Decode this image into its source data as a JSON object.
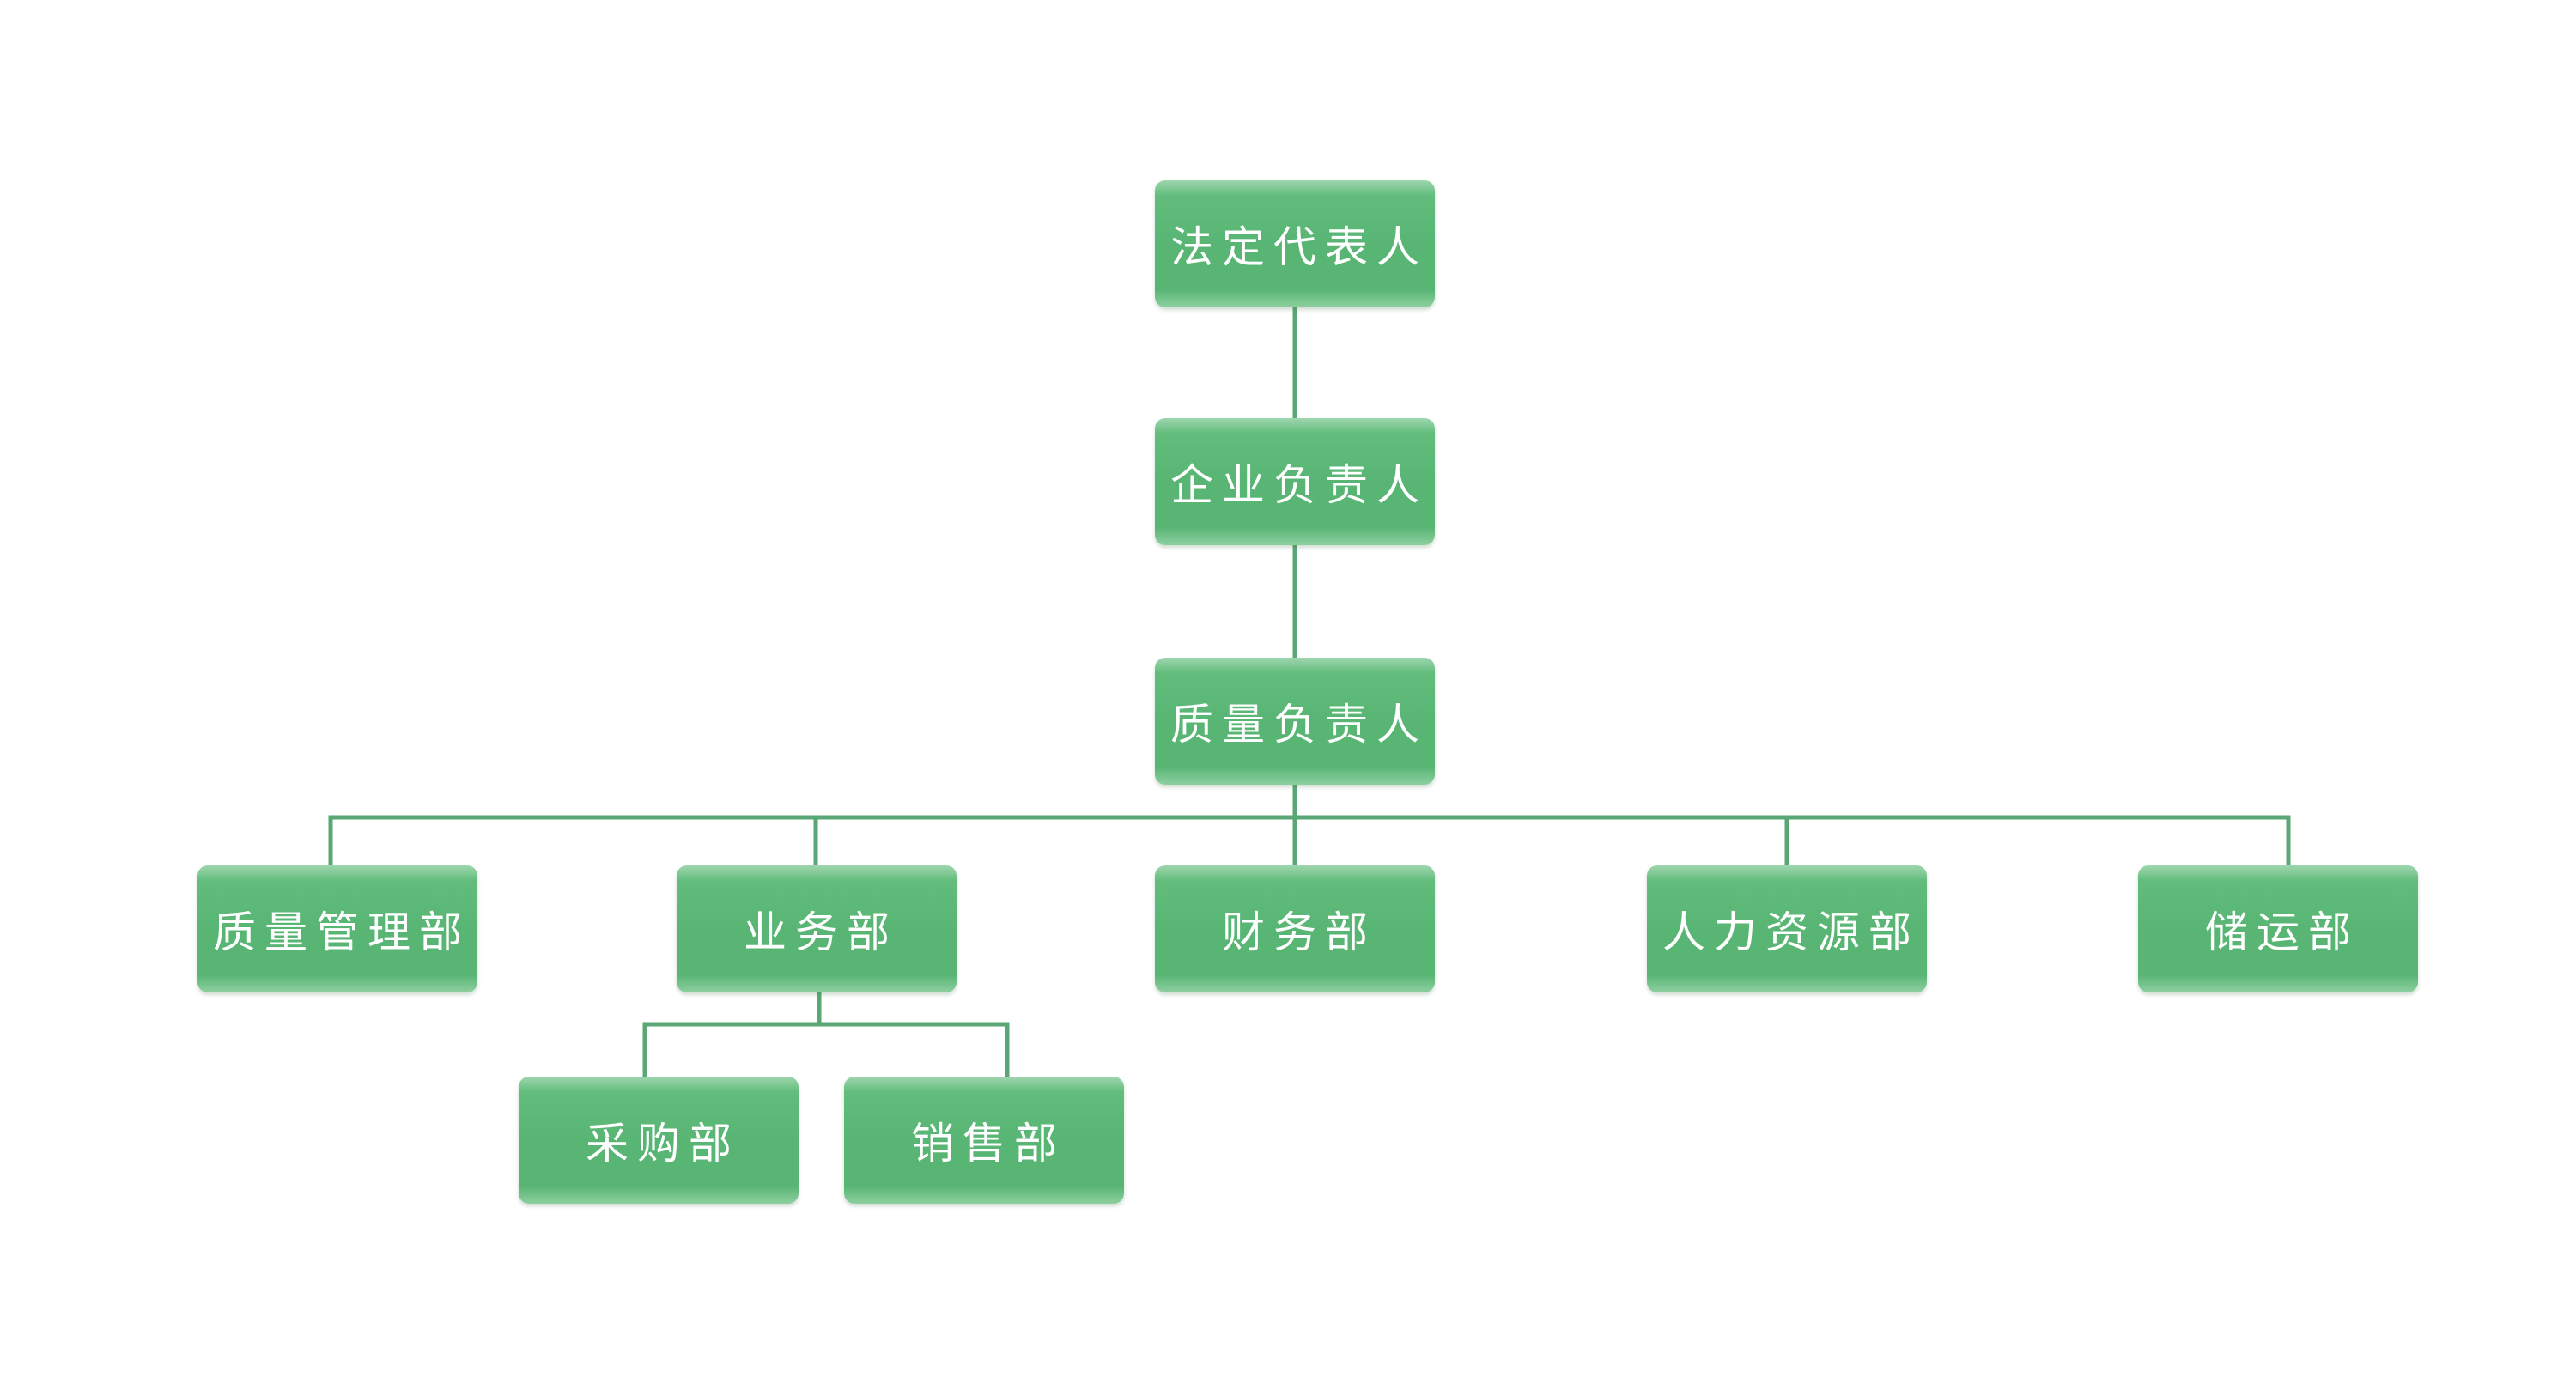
{
  "org_chart": {
    "legal_representative": "法定代表人",
    "enterprise_head": "企业负责人",
    "quality_head": "质量负责人",
    "departments": {
      "quality_management": "质量管理部",
      "business": "业务部",
      "finance": "财务部",
      "human_resources": "人力资源部",
      "storage_transport": "储运部"
    },
    "business_subdepartments": {
      "purchasing": "采购部",
      "sales": "销售部"
    }
  },
  "colors": {
    "node_fill": "#58b574",
    "connector": "#5aa775",
    "text": "#ffffff",
    "background": "#ffffff"
  }
}
